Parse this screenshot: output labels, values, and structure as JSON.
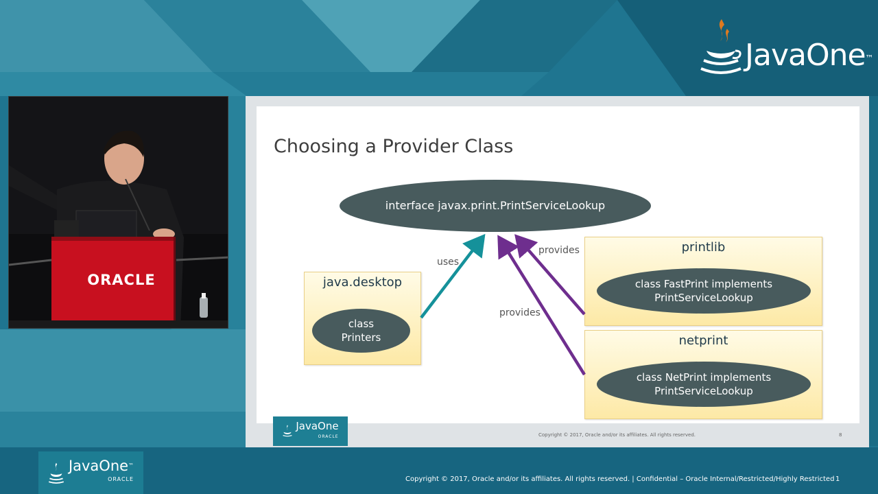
{
  "header": {
    "brand": "JavaOne",
    "trademark": "™"
  },
  "video": {
    "podium_logo": "ORACLE"
  },
  "slide": {
    "title": "Choosing a Provider Class",
    "interface_node": "interface javax.print.PrintServiceLookup",
    "modules": [
      {
        "name": "java.desktop",
        "class_lines": [
          "class",
          "Printers"
        ]
      },
      {
        "name": "printlib",
        "class_lines": [
          "class FastPrint implements",
          "PrintServiceLookup"
        ]
      },
      {
        "name": "netprint",
        "class_lines": [
          "class NetPrint implements",
          "PrintServiceLookup"
        ]
      }
    ],
    "edges": [
      {
        "from": "java.desktop",
        "to": "interface javax.print.PrintServiceLookup",
        "label": "uses",
        "color": "#15919a"
      },
      {
        "from": "printlib",
        "to": "interface javax.print.PrintServiceLookup",
        "label": "provides",
        "color": "#6e2e8e"
      },
      {
        "from": "netprint",
        "to": "interface javax.print.PrintServiceLookup",
        "label": "provides",
        "color": "#6e2e8e"
      }
    ],
    "footer_logo": "JavaOne",
    "footer_logo_sub": "ORACLE",
    "copyright": "Copyright © 2017, Oracle and/or its affiliates. All rights reserved.",
    "page_number": "8"
  },
  "footer": {
    "logo": "JavaOne",
    "logo_tm": "™",
    "logo_sub": "ORACLE",
    "copyright": "Copyright © 2017, Oracle and/or its affiliates. All rights reserved.  |  Confidential – Oracle Internal/Restricted/Highly Restricted",
    "page_number": "1"
  },
  "colors": {
    "background": "#1f7590",
    "oval": "#485b5d",
    "module_fill": "#fde9a6",
    "uses_arrow": "#15919a",
    "provides_arrow": "#6e2e8e"
  }
}
